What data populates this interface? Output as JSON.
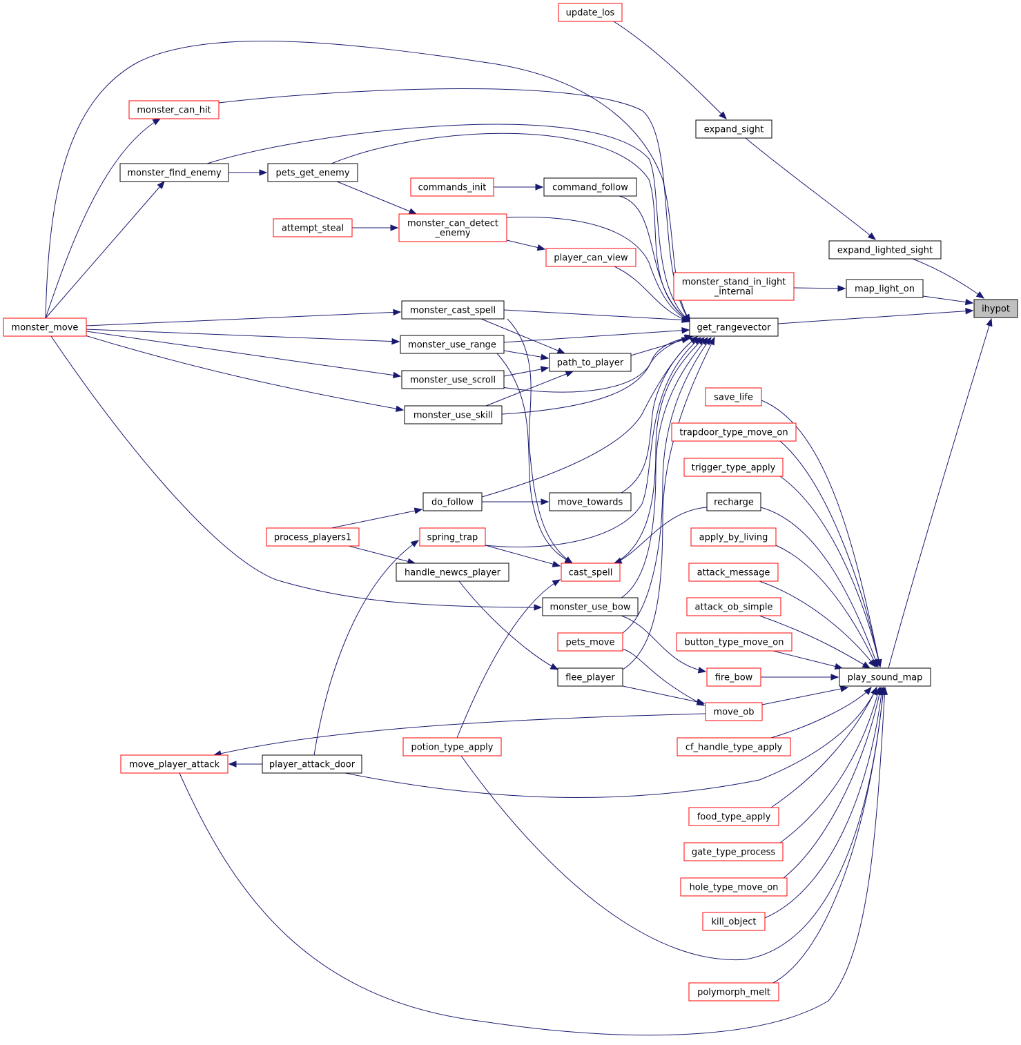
{
  "diagram": {
    "colors": {
      "edge": "#191970",
      "linked_node_border": "#ff0000",
      "plain_node_border": "#000000",
      "current_node_fill": "#bfbfbf"
    },
    "nodes": {
      "ihypot": [
        "ihypot"
      ],
      "get_rangevector": [
        "get_rangevector"
      ],
      "play_sound_map": [
        "play_sound_map"
      ],
      "expand_lighted_sight": [
        "expand_lighted_sight"
      ],
      "map_light_on": [
        "map_light_on"
      ],
      "expand_sight": [
        "expand_sight"
      ],
      "update_los": [
        "update_los"
      ],
      "monster_stand_in_light_internal": [
        "monster_stand_in_light",
        "_internal"
      ],
      "monster_can_hit": [
        "monster_can_hit"
      ],
      "monster_find_enemy": [
        "monster_find_enemy"
      ],
      "pets_get_enemy": [
        "pets_get_enemy"
      ],
      "commands_init": [
        "commands_init"
      ],
      "command_follow": [
        "command_follow"
      ],
      "attempt_steal": [
        "attempt_steal"
      ],
      "monster_can_detect_enemy": [
        "monster_can_detect",
        "_enemy"
      ],
      "player_can_view": [
        "player_can_view"
      ],
      "monster_move": [
        "monster_move"
      ],
      "monster_cast_spell": [
        "monster_cast_spell"
      ],
      "monster_use_range": [
        "monster_use_range"
      ],
      "path_to_player": [
        "path_to_player"
      ],
      "monster_use_scroll": [
        "monster_use_scroll"
      ],
      "monster_use_skill": [
        "monster_use_skill"
      ],
      "do_follow": [
        "do_follow"
      ],
      "move_towards": [
        "move_towards"
      ],
      "process_players1": [
        "process_players1"
      ],
      "spring_trap": [
        "spring_trap"
      ],
      "handle_newcs_player": [
        "handle_newcs_player"
      ],
      "cast_spell": [
        "cast_spell"
      ],
      "monster_use_bow": [
        "monster_use_bow"
      ],
      "pets_move": [
        "pets_move"
      ],
      "flee_player": [
        "flee_player"
      ],
      "move_player_attack": [
        "move_player_attack"
      ],
      "player_attack_door": [
        "player_attack_door"
      ],
      "potion_type_apply": [
        "potion_type_apply"
      ],
      "save_life": [
        "save_life"
      ],
      "trapdoor_type_move_on": [
        "trapdoor_type_move_on"
      ],
      "trigger_type_apply": [
        "trigger_type_apply"
      ],
      "recharge": [
        "recharge"
      ],
      "apply_by_living": [
        "apply_by_living"
      ],
      "attack_message": [
        "attack_message"
      ],
      "attack_ob_simple": [
        "attack_ob_simple"
      ],
      "button_type_move_on": [
        "button_type_move_on"
      ],
      "fire_bow": [
        "fire_bow"
      ],
      "move_ob": [
        "move_ob"
      ],
      "cf_handle_type_apply": [
        "cf_handle_type_apply"
      ],
      "food_type_apply": [
        "food_type_apply"
      ],
      "gate_type_process": [
        "gate_type_process"
      ],
      "hole_type_move_on": [
        "hole_type_move_on"
      ],
      "kill_object": [
        "kill_object"
      ],
      "polymorph_melt": [
        "polymorph_melt"
      ]
    }
  }
}
